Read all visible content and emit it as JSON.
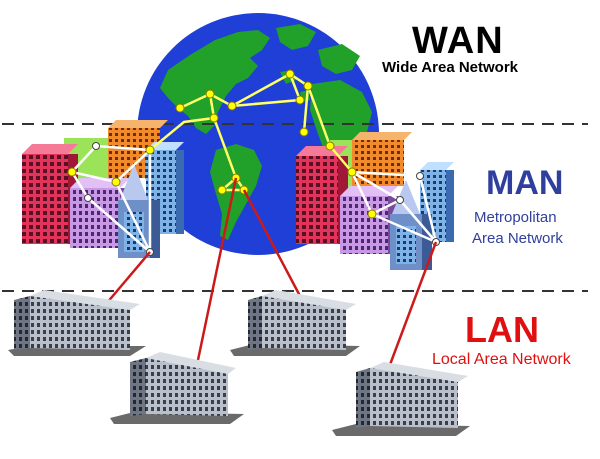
{
  "wan": {
    "title": "WAN",
    "subtitle": "Wide Area Network"
  },
  "man": {
    "title": "MAN",
    "subtitle_line1": "Metropolitan",
    "subtitle_line2": "Area Network"
  },
  "lan": {
    "title": "LAN",
    "subtitle": "Local Area Network"
  },
  "colors": {
    "wan_text": "#000000",
    "man_text": "#2f3f9e",
    "lan_text": "#e01010",
    "ocean": "#1f3fd6",
    "land": "#21a02a",
    "link_red": "#cc1a1a",
    "wan_link": "#ffff66",
    "node": "#ffff00"
  }
}
